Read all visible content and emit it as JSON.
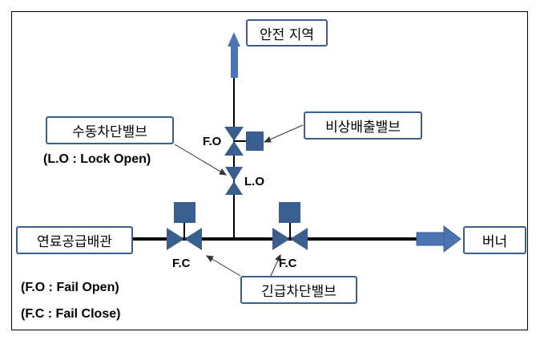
{
  "labels": {
    "safe_area": "안전 지역",
    "manual_valve": "수동차단밸브",
    "lock_open_note": "(L.O : Lock Open)",
    "emergency_vent_valve": "비상배출밸브",
    "fuel_pipe": "연료공급배관",
    "burner": "버너",
    "emergency_shutoff_valve": "긴급차단밸브",
    "fail_open_note": "(F.O : Fail Open)",
    "fail_close_note": "(F.C : Fail Close)"
  },
  "valve_tags": {
    "vent": "F.O",
    "manual": "L.O",
    "left_main": "F.C",
    "right_main": "F.C"
  },
  "colors": {
    "valve_fill": "#3a5f8f",
    "actuator_fill": "#3a5f8f",
    "box_border": "#3a5f8f",
    "arrow_fill": "#4a74b4",
    "pipe": "#000000"
  }
}
